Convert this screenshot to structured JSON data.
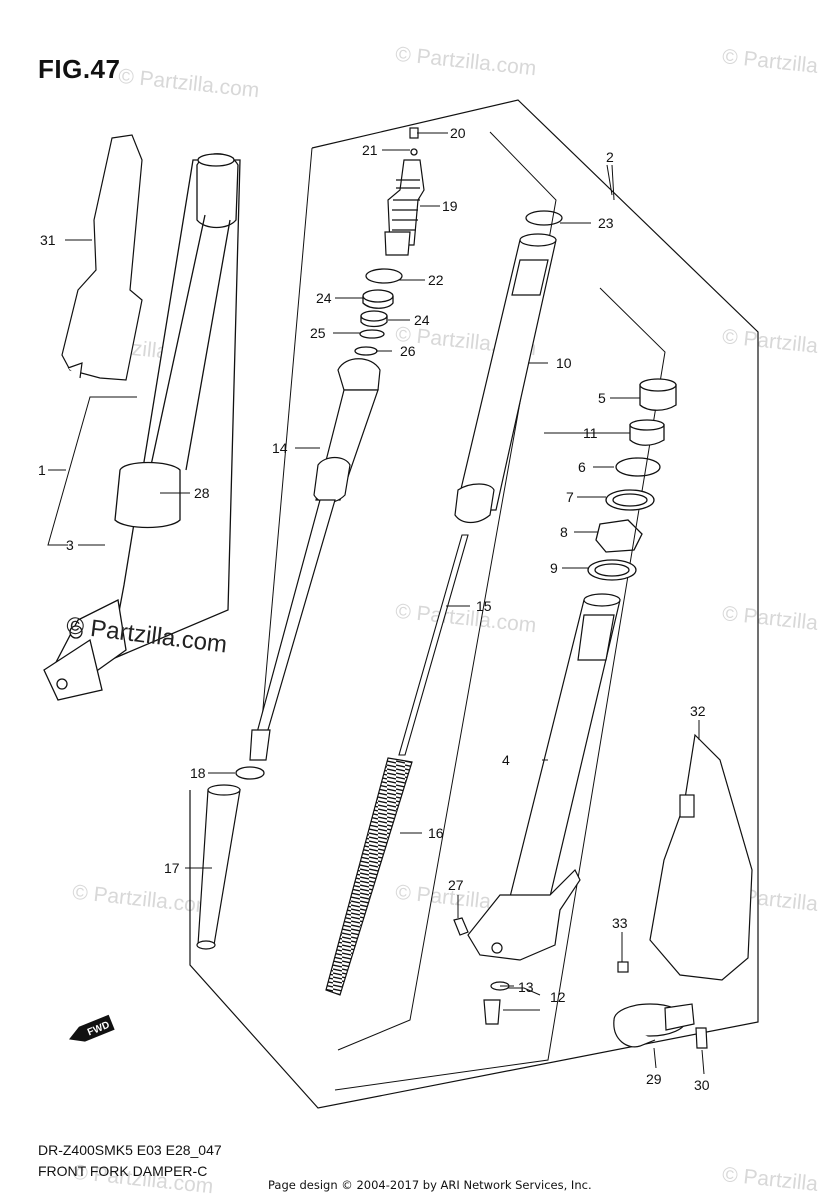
{
  "figure": {
    "title": "FIG.47",
    "code": "DR-Z400SMK5 E03 E28_047",
    "name": "FRONT FORK DAMPER-C",
    "design_credit": "Page design © 2004-2017 by ARI Network Services, Inc."
  },
  "watermark": {
    "main": "© Partzilla.com",
    "faint": "© Partzilla.com",
    "faint_right": "© Partzilla"
  },
  "direction_marker": "FWD",
  "callouts": {
    "c1": "1",
    "c2": "2",
    "c3": "3",
    "c4": "4",
    "c5": "5",
    "c6": "6",
    "c7": "7",
    "c8": "8",
    "c9": "9",
    "c10": "10",
    "c11": "11",
    "c12": "12",
    "c13": "13",
    "c14": "14",
    "c15": "15",
    "c16": "16",
    "c17": "17",
    "c18": "18",
    "c19": "19",
    "c20": "20",
    "c21": "21",
    "c22": "22",
    "c23": "23",
    "c24a": "24",
    "c24b": "24",
    "c25": "25",
    "c26": "26",
    "c27": "27",
    "c28": "28",
    "c29": "29",
    "c30": "30",
    "c31": "31",
    "c32": "32",
    "c33": "33"
  }
}
